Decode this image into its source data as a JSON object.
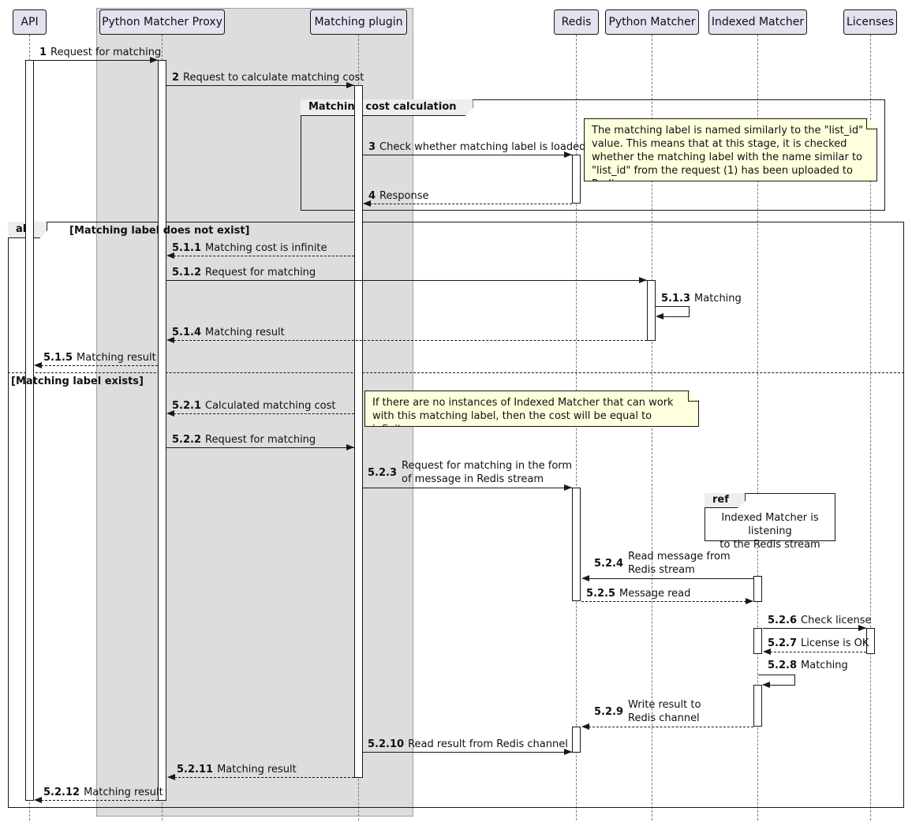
{
  "diagram_type": "uml-sequence-diagram",
  "colors": {
    "participant_fill": "#E2E2F0",
    "note_fill": "#FEFFDD",
    "frame_header_fill": "#EEEEEE",
    "group_box_fill": "#DDDDDD",
    "line_color": "#181818"
  },
  "participants": [
    {
      "label": "API"
    },
    {
      "label": "Python Matcher Proxy"
    },
    {
      "label": "Matching plugin"
    },
    {
      "label": "Redis"
    },
    {
      "label": "Python Matcher"
    },
    {
      "label": "Indexed Matcher"
    },
    {
      "label": "Licenses"
    }
  ],
  "frames": {
    "cost": {
      "title": "Matching cost calculation"
    },
    "alt": {
      "title": "alt",
      "guard_not_exist": "[Matching label does not exist]",
      "guard_exists": "[Matching label exists]"
    },
    "ref": {
      "title": "ref",
      "line1": "Indexed Matcher is listening",
      "line2": "to the Redis stream"
    }
  },
  "notes": {
    "redis_note": "The matching label is named similarly to the \"list_id\" value. This means that at this stage, it is checked whether the matching label with the name similar to \"list_id\" from the request (1) has been uploaded to Redis",
    "cost_note": "If there are no instances of Indexed Matcher that can work with this matching label, then the cost will be equal to infinity."
  },
  "messages": {
    "m1": {
      "num": "1",
      "text": "Request for matching"
    },
    "m2": {
      "num": "2",
      "text": "Request to calculate matching cost"
    },
    "m3": {
      "num": "3",
      "text": "Check whether matching label is loaded"
    },
    "m4": {
      "num": "4",
      "text": "Response"
    },
    "m5_1_1": {
      "num": "5.1.1",
      "text": "Matching cost is infinite"
    },
    "m5_1_2": {
      "num": "5.1.2",
      "text": "Request for matching"
    },
    "m5_1_3": {
      "num": "5.1.3",
      "text": "Matching"
    },
    "m5_1_4": {
      "num": "5.1.4",
      "text": "Matching result"
    },
    "m5_1_5": {
      "num": "5.1.5",
      "text": "Matching result"
    },
    "m5_2_1": {
      "num": "5.2.1",
      "text": "Calculated matching cost"
    },
    "m5_2_2": {
      "num": "5.2.2",
      "text": "Request for matching"
    },
    "m5_2_3": {
      "num": "5.2.3",
      "line1": "Request for matching in the form",
      "line2": "of message in Redis stream"
    },
    "m5_2_4": {
      "num": "5.2.4",
      "line1": "Read message from",
      "line2": "Redis stream"
    },
    "m5_2_5": {
      "num": "5.2.5",
      "text": "Message read"
    },
    "m5_2_6": {
      "num": "5.2.6",
      "text": "Check license"
    },
    "m5_2_7": {
      "num": "5.2.7",
      "text": "License is OK"
    },
    "m5_2_8": {
      "num": "5.2.8",
      "text": "Matching"
    },
    "m5_2_9": {
      "num": "5.2.9",
      "line1": "Write result to",
      "line2": "Redis channel"
    },
    "m5_2_10": {
      "num": "5.2.10",
      "text": "Read result from Redis channel"
    },
    "m5_2_11": {
      "num": "5.2.11",
      "text": "Matching result"
    },
    "m5_2_12": {
      "num": "5.2.12",
      "text": "Matching result"
    }
  }
}
